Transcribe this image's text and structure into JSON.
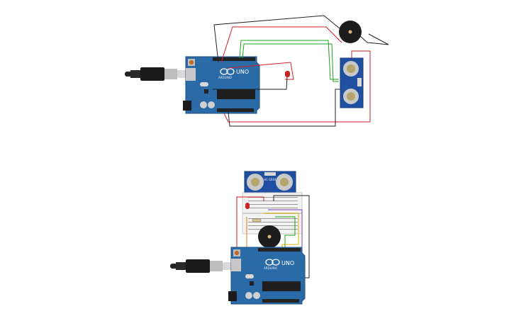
{
  "canvas": {
    "background": "#ffffff"
  },
  "colors": {
    "board": "#2a6aa6",
    "board_edge": "#1f4f7f",
    "wire_red": "#d11f2a",
    "wire_black": "#222222",
    "wire_green": "#1aa31a",
    "wire_yellow": "#e0b100",
    "wire_purple": "#7a3fbf",
    "wire_orange": "#e07a14",
    "buzzer": "#1c1c1c",
    "sensor": "#1f4fa0",
    "led": "#cc2222",
    "breadboard": "#f2f2f2"
  },
  "circuit_1": {
    "board": {
      "brand": "ARDUINO",
      "model": "UNO"
    },
    "components": [
      "usb-cable",
      "arduino-uno",
      "piezo-buzzer",
      "ultrasonic-sensor",
      "red-led"
    ]
  },
  "circuit_2": {
    "board": {
      "brand": "ARDUINO",
      "model": "UNO"
    },
    "sensor": {
      "label": "HC-SR04"
    },
    "components": [
      "usb-cable",
      "arduino-uno",
      "breadboard",
      "piezo-buzzer",
      "ultrasonic-sensor",
      "red-led",
      "resistor"
    ]
  }
}
